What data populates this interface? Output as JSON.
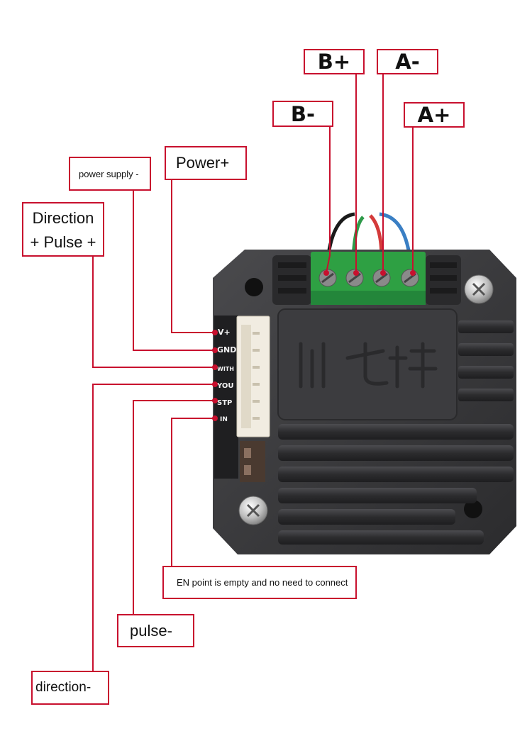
{
  "labels": {
    "b_plus": "B+",
    "a_minus": "A-",
    "b_minus": "B-",
    "a_plus": "A+",
    "power_supply_minus": "power supply -",
    "power_plus": "Power+",
    "direction": "Direction",
    "pulse_plus": "+ Pulse +",
    "en_note": "EN point is empty and no need to connect",
    "pulse_minus": "pulse-",
    "direction_minus": "direction-"
  },
  "pins": {
    "v_plus": "V+",
    "gnd": "GND",
    "with": "WITH",
    "you": "YOU",
    "stp": "STP",
    "in": "IN"
  },
  "colors": {
    "label_border": "#c8102e",
    "leader_line": "#c8102e",
    "driver_body": "#3a3a3c",
    "terminal_block": "#2ea043",
    "connector": "#f1ece1",
    "wire_black": "#1a1a1a",
    "wire_green": "#2e9a4a",
    "wire_red": "#d43a3a",
    "wire_blue": "#3a7fc4"
  },
  "icons": [
    "screw-icon",
    "logo-icon"
  ]
}
